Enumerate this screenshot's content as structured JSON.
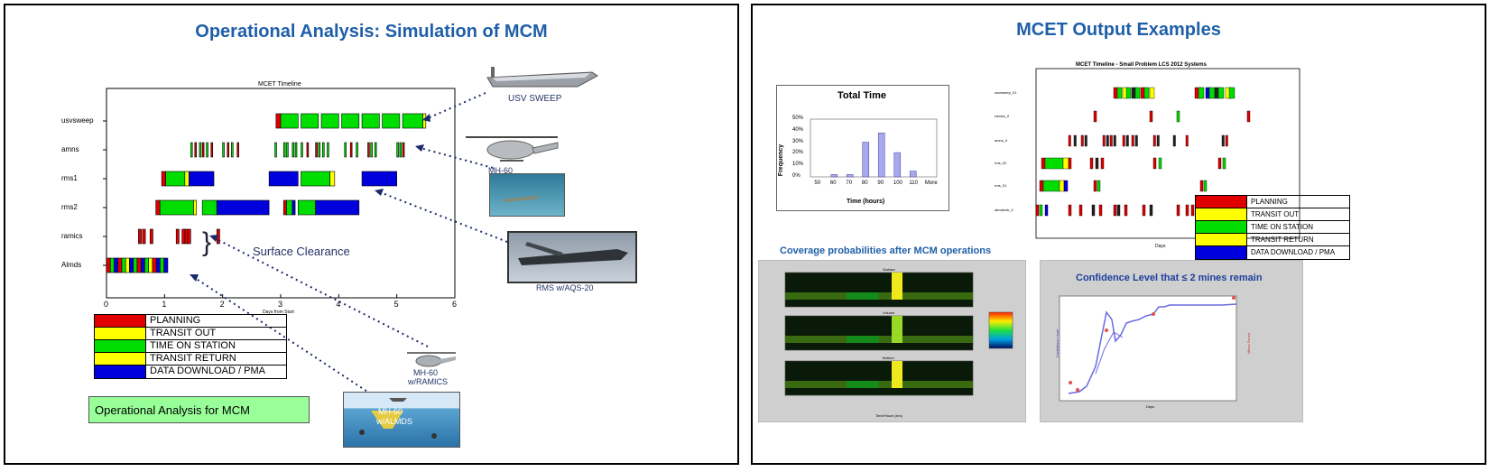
{
  "left_panel": {
    "title": "Operational Analysis: Simulation of MCM",
    "chart_title": "MCET Timeline",
    "x_label": "Days from Start",
    "rows": [
      "usvsweep",
      "amns",
      "rms1",
      "rms2",
      "ramics",
      "Almds"
    ],
    "x_ticks": [
      "0",
      "1",
      "2",
      "3",
      "4",
      "5",
      "6"
    ],
    "surface_label": "Surface Clearance",
    "callouts": {
      "usv": "USV SWEEP",
      "mh60_top": "MH-60",
      "rms": "RMS w/AQS-20",
      "mh60_ramics_1": "MH-60",
      "mh60_ramics_2": "w/RAMICS",
      "almds_1": "MH-60",
      "almds_2": "w/ALMDS"
    },
    "footer": "Operational Analysis for MCM"
  },
  "legend": [
    {
      "label": "PLANNING",
      "color": "#e00000"
    },
    {
      "label": "TRANSIT OUT",
      "color": "#ffff00"
    },
    {
      "label": "TIME ON STATION",
      "color": "#00dd00"
    },
    {
      "label": "TRANSIT RETURN",
      "color": "#ffff00"
    },
    {
      "label": "DATA DOWNLOAD / PMA",
      "color": "#0000dd"
    }
  ],
  "right_panel": {
    "title": "MCET Output Examples",
    "timeline_title": "MCET Timeline - Small Problem LCS 2012 Systems",
    "timeline_rows": [
      "usvsweep_01",
      "ramics_0",
      "amns_0",
      "rms_02",
      "rms_01",
      "almdsmh_0"
    ],
    "timeline_xlabel": "Days",
    "coverage_title": "Coverage probabilities after MCM operations",
    "coverage_subtitles": [
      "Surface",
      "Volume",
      "Bottom"
    ],
    "coverage_xlabel": "Time/Hours (hrs)",
    "confidence_title": "Confidence Level that ≤ 2 mines remain",
    "confidence_xlabel": "Days",
    "confidence_ylabel": "Confidence Level",
    "confidence_y2label": "Mines Found"
  },
  "chart_data": {
    "type": "bar",
    "title": "Total Time",
    "xlabel": "Time (hours)",
    "ylabel": "Frequency",
    "categories": [
      "50",
      "60",
      "70",
      "80",
      "90",
      "100",
      "110",
      "More"
    ],
    "values": [
      0,
      2,
      2,
      30,
      38,
      21,
      5,
      0
    ],
    "ylim": [
      0,
      50
    ],
    "yticks": [
      "0%",
      "10%",
      "20%",
      "30%",
      "40%",
      "50%"
    ]
  }
}
